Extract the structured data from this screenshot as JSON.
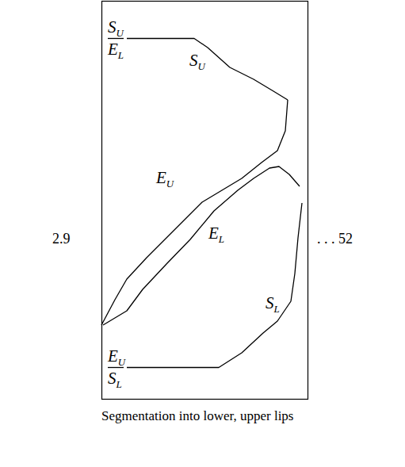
{
  "diagram": {
    "caption": "Segmentation into lower, upper lips",
    "labels": [
      "2.9",
      "SU",
      "EL",
      "SU",
      "EU",
      "EL",
      "SL",
      "EU",
      "SL",
      ". . . 52"
    ]
  }
}
